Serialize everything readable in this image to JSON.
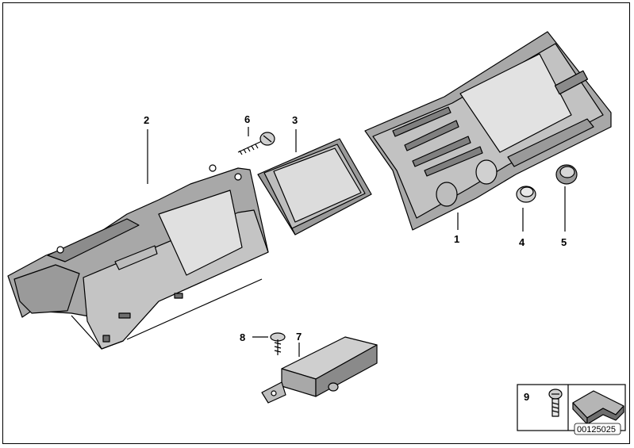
{
  "callouts": {
    "p1": "1",
    "p2": "2",
    "p3": "3",
    "p4": "4",
    "p5": "5",
    "p6": "6",
    "p7": "7",
    "p8": "8",
    "p9": "9"
  },
  "document_number": "00125025",
  "colors": {
    "part_fill": "#a8a8a8",
    "part_fill_light": "#d2d2d2",
    "part_fill_dark": "#7a7a7a",
    "line": "#000000",
    "background": "#ffffff"
  }
}
